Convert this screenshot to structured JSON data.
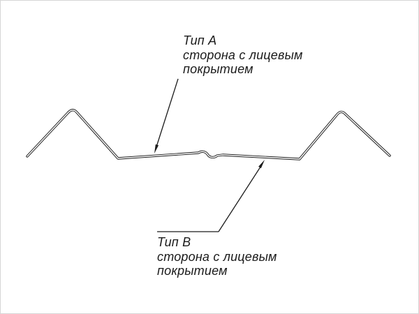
{
  "page": {
    "background_color": "#ffffff",
    "line_color": "#1b1b1b",
    "description": "Technical cross-section drawing of a corrugated metal sheet profile with two leader callouts"
  },
  "labels": {
    "type_a": {
      "title": "Тип А",
      "line1": "сторона с лицевым",
      "line2": "покрытием"
    },
    "type_b": {
      "title": "Тип В",
      "line1": "сторона с лицевым",
      "line2": "покрытием"
    }
  }
}
